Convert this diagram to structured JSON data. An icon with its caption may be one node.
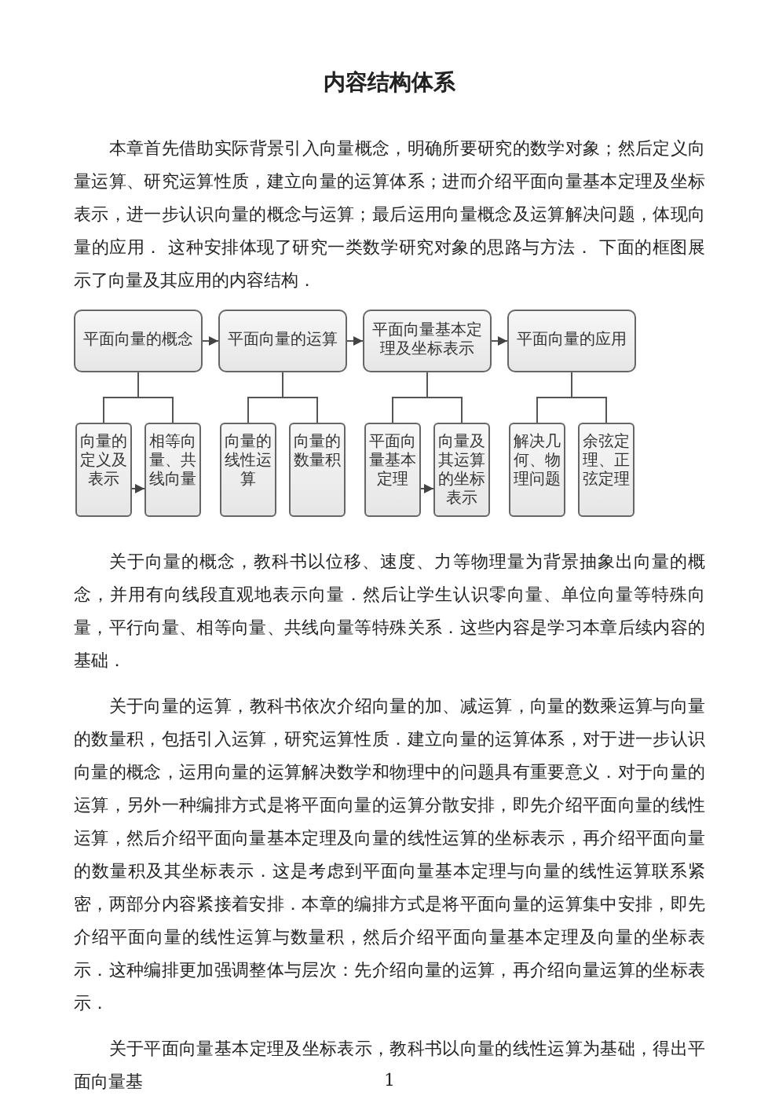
{
  "diagram": {
    "title": "内容结构体系",
    "nodes": [
      {
        "text": [
          "平面向量的概念"
        ]
      },
      {
        "text": [
          "平面向量的运算"
        ]
      },
      {
        "text": [
          "平面向量基本定理及坐标表示"
        ]
      },
      {
        "text": [
          "平面向量的应用"
        ]
      },
      {
        "text": [
          "向量的定义及表示"
        ]
      },
      {
        "text": [
          "相等向量、共线向量"
        ]
      },
      {
        "text": [
          "向量的线性运算"
        ]
      },
      {
        "text": [
          "向量的数量积"
        ]
      },
      {
        "text": [
          "平面向量基本定理"
        ]
      },
      {
        "text": [
          "向量及其运算的坐标表示"
        ]
      },
      {
        "text": [
          "解决几何、物理问题"
        ]
      },
      {
        "text": [
          "余弦定理、正弦定理"
        ]
      }
    ],
    "edges": [
      {
        "from": 0,
        "to": 1,
        "arrow": "to"
      },
      {
        "from": 1,
        "to": 2,
        "arrow": "to"
      },
      {
        "from": 2,
        "to": 3,
        "arrow": "to"
      },
      {
        "from": 0,
        "to": 4,
        "arrow": "none"
      },
      {
        "from": 0,
        "to": 5,
        "arrow": "none"
      },
      {
        "from": 1,
        "to": 6,
        "arrow": "none"
      },
      {
        "from": 1,
        "to": 7,
        "arrow": "none"
      },
      {
        "from": 2,
        "to": 8,
        "arrow": "none"
      },
      {
        "from": 2,
        "to": 9,
        "arrow": "none"
      },
      {
        "from": 3,
        "to": 10,
        "arrow": "none"
      },
      {
        "from": 3,
        "to": 11,
        "arrow": "none"
      },
      {
        "from": 4,
        "to": 5,
        "arrow": "to"
      },
      {
        "from": 8,
        "to": 9,
        "arrow": "to"
      }
    ],
    "labels": [
      "本章首先借助实际背景引入向量概念，明确所要研究的数学对象；然后定义向量运算、研究运算性质，建立向量的运算体系；进而介绍平面向量基本定理及坐标表示，进一步认识向量的概念与运算；最后运用向量概念及运算解决问题，体现向量的应用． 这种安排体现了研究一类数学研究对象的思路与方法． 下面的框图展示了向量及其应用的内容结构．",
      "关于向量的概念，教科书以位移、速度、力等物理量为背景抽象出向量的概念，并用有向线段直观地表示向量．然后让学生认识零向量、单位向量等特殊向量，平行向量、相等向量、共线向量等特殊关系．这些内容是学习本章后续内容的基础．",
      "关于向量的运算，教科书依次介绍向量的加、减运算，向量的数乘运算与向量的数量积，包括引入运算，研究运算性质．建立向量的运算体系，对于进一步认识向量的概念，运用向量的运算解决数学和物理中的问题具有重要意义．对于向量的运算，另外一种编排方式是将平面向量的运算分散安排，即先介绍平面向量的线性运算，然后介绍平面向量基本定理及向量的线性运算的坐标表示，再介绍平面向量的数量积及其坐标表示．这是考虑到平面向量基本定理与向量的线性运算联系紧密，两部分内容紧接着安排．本章的编排方式是将平面向量的运算集中安排，即先介绍平面向量的线性运算与数量积，然后介绍平面向量基本定理及向量的坐标表示．这种编排更加强调整体与层次：先介绍向量的运算，再介绍向量运算的坐标表示．",
      "关于平面向量基本定理及坐标表示，教科书以向量的线性运算为基础，得出平面向量基",
      "1"
    ]
  }
}
